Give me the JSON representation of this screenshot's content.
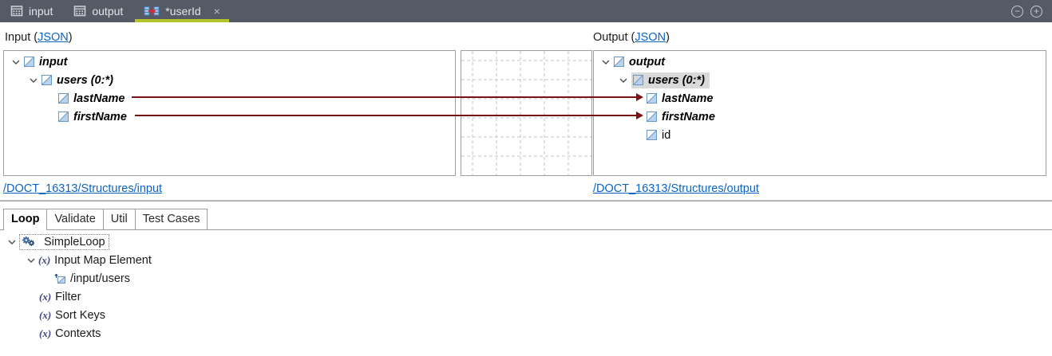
{
  "topbar": {
    "tabs": [
      {
        "label": "input"
      },
      {
        "label": "output"
      },
      {
        "label": "*userId",
        "close_symbol": "×"
      }
    ],
    "zoom_out_symbol": "−",
    "zoom_in_symbol": "+"
  },
  "input": {
    "header_prefix": "Input (",
    "header_link": "JSON",
    "header_suffix": ")",
    "rows": [
      {
        "label": "input"
      },
      {
        "label": "users (0:*)"
      },
      {
        "label": "lastName"
      },
      {
        "label": "firstName"
      }
    ],
    "path_link": "/DOCT_16313/Structures/input"
  },
  "output": {
    "header_prefix": "Output (",
    "header_link": "JSON",
    "header_suffix": ")",
    "rows": [
      {
        "label": "output"
      },
      {
        "label": "users (0:*)",
        "selected": true
      },
      {
        "label": "lastName",
        "mapped": true
      },
      {
        "label": "firstName",
        "mapped": true
      },
      {
        "label": "id"
      }
    ],
    "path_link": "/DOCT_16313/Structures/output"
  },
  "mappings": [
    {
      "from": "/input/users/lastName",
      "to": "/output/users/lastName"
    },
    {
      "from": "/input/users/firstName",
      "to": "/output/users/firstName"
    }
  ],
  "bottom": {
    "tabs": [
      {
        "label": "Loop",
        "active": true
      },
      {
        "label": "Validate"
      },
      {
        "label": "Util"
      },
      {
        "label": "Test Cases"
      }
    ],
    "fx_glyph": "(x)",
    "tree": [
      {
        "label": "SimpleLoop"
      },
      {
        "label": "Input Map Element"
      },
      {
        "label": "/input/users"
      },
      {
        "label": "Filter"
      },
      {
        "label": "Sort Keys"
      },
      {
        "label": "Contexts"
      }
    ]
  },
  "colors": {
    "topbar_bg": "#545b66",
    "active_tab_underline": "#b2c52c",
    "mapping_line": "#7a1113",
    "link": "#0b63c5",
    "selection_highlight": "#d9d9d9",
    "panel_border": "#9d9d9d"
  }
}
